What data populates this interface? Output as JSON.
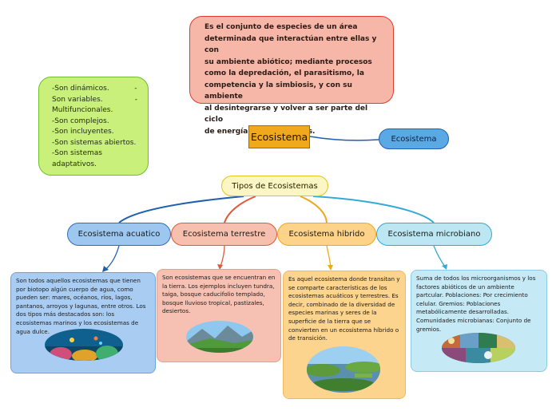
{
  "definition": {
    "lines": [
      "Es el conjunto de especies de un área",
      "determinada que interactúan entre ellas y con",
      "su ambiente abiótico; mediante procesos",
      "como la depredación, el parasitismo, la",
      "competencia y la simbiosis, y con su ambiente",
      "al desintegrarse y volver a ser parte del ciclo",
      "de energía y de nutrientes."
    ]
  },
  "characteristics": {
    "lines": [
      "-Son dinámicos.           -",
      "Son variables.              -",
      "Multifuncionales.",
      "-Son complejos.",
      "-Son incluyentes.",
      "-Son sistemas abiertos.",
      "-Son sistemas",
      "adaptativos."
    ]
  },
  "root_topic": "Ecosistema",
  "floating_topic": "Ecosistema",
  "types_topic": "Tipos de Ecosistemas",
  "branches": {
    "aquatic": {
      "title": "Ecosistema acuatico",
      "description": "Son todos aquellos ecosistemas que tienen por biotopo algún cuerpo de agua, como pueden ser: mares, océanos, ríos, lagos, pantanos, arroyos y lagunas, entre otros. Los dos tipos más destacados son: los ecosistemas marinos y los ecosistemas de agua dulce."
    },
    "terrestrial": {
      "title": "Ecosistema terrestre",
      "description": "Son ecosistemas que se encuentran en la tierra. Los ejemplos incluyen tundra, taiga, bosque caducifolio templado, bosque lluvioso tropical, pastizales, desiertos."
    },
    "hybrid": {
      "title": "Ecosistema hibrido",
      "description": "Es aquel ecosistema donde transitan y se comparte características de los ecosistemas acuáticos y terrestres. Es decir, combinado de la diversidad de especies marinas y seres de la superficie de la tierra que se convierten en un ecosistema híbrido o de transición."
    },
    "microbial": {
      "title": "Ecosistema microbiano",
      "description": "Suma de todos los microorganismos y los factores abióticos de un ambiente partcular. Poblaciones: Por crecimiento celular. Gremios: Poblaciones metabólicamente desarrolladas. Comunidades microbianas: Conjunto de gremios."
    }
  },
  "colors": {
    "blue_line": "#1f5fb0",
    "red_line": "#e05a3a",
    "yellow_line": "#efa81c",
    "cyan_line": "#33a9d4",
    "root_fill": "#f0a81c"
  }
}
